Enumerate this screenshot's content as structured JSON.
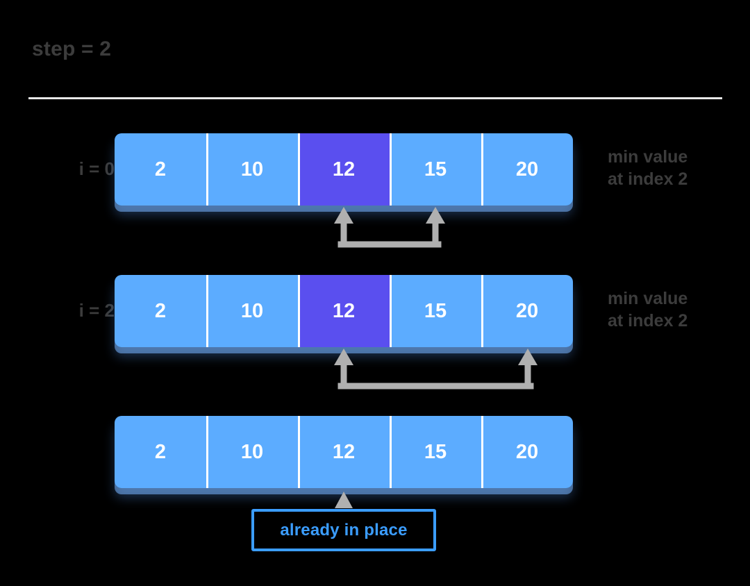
{
  "header": {
    "step_label": "step = 2"
  },
  "rows": [
    {
      "index_label": "i = 0",
      "cells": [
        {
          "value": "2",
          "highlighted": false
        },
        {
          "value": "10",
          "highlighted": false
        },
        {
          "value": "12",
          "highlighted": true
        },
        {
          "value": "15",
          "highlighted": false
        },
        {
          "value": "20",
          "highlighted": false
        }
      ],
      "note": "min value\nat index 2",
      "connector": {
        "from_index": 2,
        "to_index": 3
      }
    },
    {
      "index_label": "i = 2",
      "cells": [
        {
          "value": "2",
          "highlighted": false
        },
        {
          "value": "10",
          "highlighted": false
        },
        {
          "value": "12",
          "highlighted": true
        },
        {
          "value": "15",
          "highlighted": false
        },
        {
          "value": "20",
          "highlighted": false
        }
      ],
      "note": "min value\nat index 2",
      "connector": {
        "from_index": 2,
        "to_index": 4
      }
    },
    {
      "index_label": "",
      "cells": [
        {
          "value": "2",
          "highlighted": false
        },
        {
          "value": "10",
          "highlighted": false
        },
        {
          "value": "12",
          "highlighted": false
        },
        {
          "value": "15",
          "highlighted": false
        },
        {
          "value": "20",
          "highlighted": false
        }
      ],
      "note": "",
      "connector": null
    }
  ],
  "callout": {
    "text": "already in place",
    "points_to_index": 2
  },
  "colors": {
    "background": "#000000",
    "cell": "#5cacff",
    "cell_highlight": "#5a4fef",
    "cell_text": "#ffffff",
    "label_text": "#3c3c3c",
    "divider": "#e8e8e8",
    "connector": "#b0b0b0",
    "callout_accent": "#3b9dff"
  }
}
